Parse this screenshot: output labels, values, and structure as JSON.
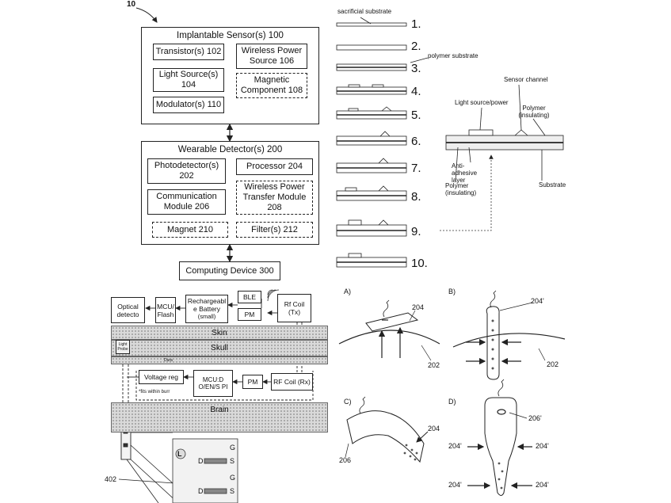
{
  "figure_ref": "10",
  "block_diagram": {
    "implantable_title": "Implantable Sensor(s) 100",
    "transistor": "Transistor(s) 102",
    "light_source": "Light Source(s) 104",
    "modulator": "Modulator(s) 110",
    "wireless_power_source": "Wireless Power Source 106",
    "magnetic_component": "Magnetic Component 108",
    "wearable_title": "Wearable Detector(s) 200",
    "photodetector": "Photodetector(s) 202",
    "processor": "Processor 204",
    "communication": "Communication Module 206",
    "wireless_transfer": "Wireless Power Transfer Module 208",
    "magnet": "Magnet 210",
    "filters": "Filter(s) 212",
    "computing": "Computing Device 300"
  },
  "fabrication": {
    "sacrificial": "sacrificial substrate",
    "polymer_substrate": "polymer substrate",
    "steps": [
      "1.",
      "2.",
      "3.",
      "4.",
      "5.",
      "6.",
      "7.",
      "8.",
      "9.",
      "10."
    ],
    "sensor_channel": "Sensor channel",
    "light_source_power": "Light source/power",
    "polymer_insulating_top": "Polymer (insulating)",
    "anti_adhesive": "Anti-adhesive layer",
    "substrate": "Substrate",
    "polymer_insulating_bottom": "Polymer (insulating)"
  },
  "system": {
    "optical": "Optical detecto",
    "mcu_flash": "MCU/ Flash",
    "battery": "Rechargeabl e Battery",
    "battery_note": "(small)",
    "ble": "BLE",
    "pm_top": "PM",
    "rf_tx": "Rf Coil (Tx)",
    "skin": "Skin",
    "skull": "Skull",
    "dura": "Dura",
    "probe": "Light Probe",
    "voltage_reg": "Voltage reg",
    "mcu_io": "MCU:D O/EN/S PI",
    "pm_bottom": "PM",
    "rf_rx": "RF Coil (Rx)",
    "fits_note": "*fits within burr",
    "brain": "Brain",
    "ref_402": "402",
    "inset_g1": "G",
    "inset_d1": "D",
    "inset_s1": "S",
    "inset_g2": "G",
    "inset_d2": "D",
    "inset_s2": "S",
    "inset_l": "L"
  },
  "panels": {
    "a": "A)",
    "b": "B)",
    "c": "C)",
    "d": "D)",
    "a_204": "204",
    "a_202": "202",
    "b_204": "204'",
    "b_202": "202",
    "c_204": "204",
    "c_206": "206",
    "d_206": "206'",
    "d_204_1": "204'",
    "d_204_2": "204'",
    "d_204_3": "204'",
    "d_204_4": "204'"
  }
}
